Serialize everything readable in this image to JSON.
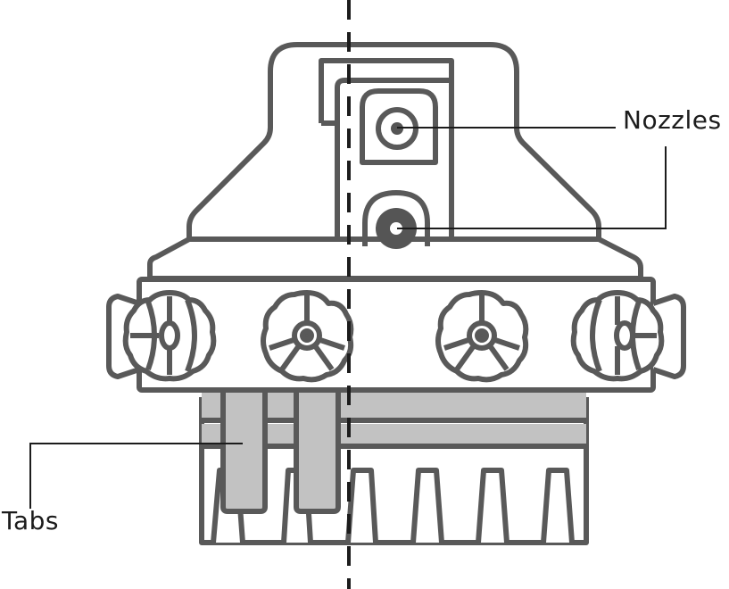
{
  "labels": {
    "nozzles": "Nozzles",
    "tabs": "Tabs"
  },
  "colors": {
    "outline": "#595959",
    "fill_gray": "#c2c2c2",
    "background": "#ffffff",
    "leader": "#1c1c1c",
    "nozzle_dark": "#555555"
  },
  "parts": {
    "nozzle_count": 2,
    "knob_count": 4,
    "tab_count": 2
  }
}
